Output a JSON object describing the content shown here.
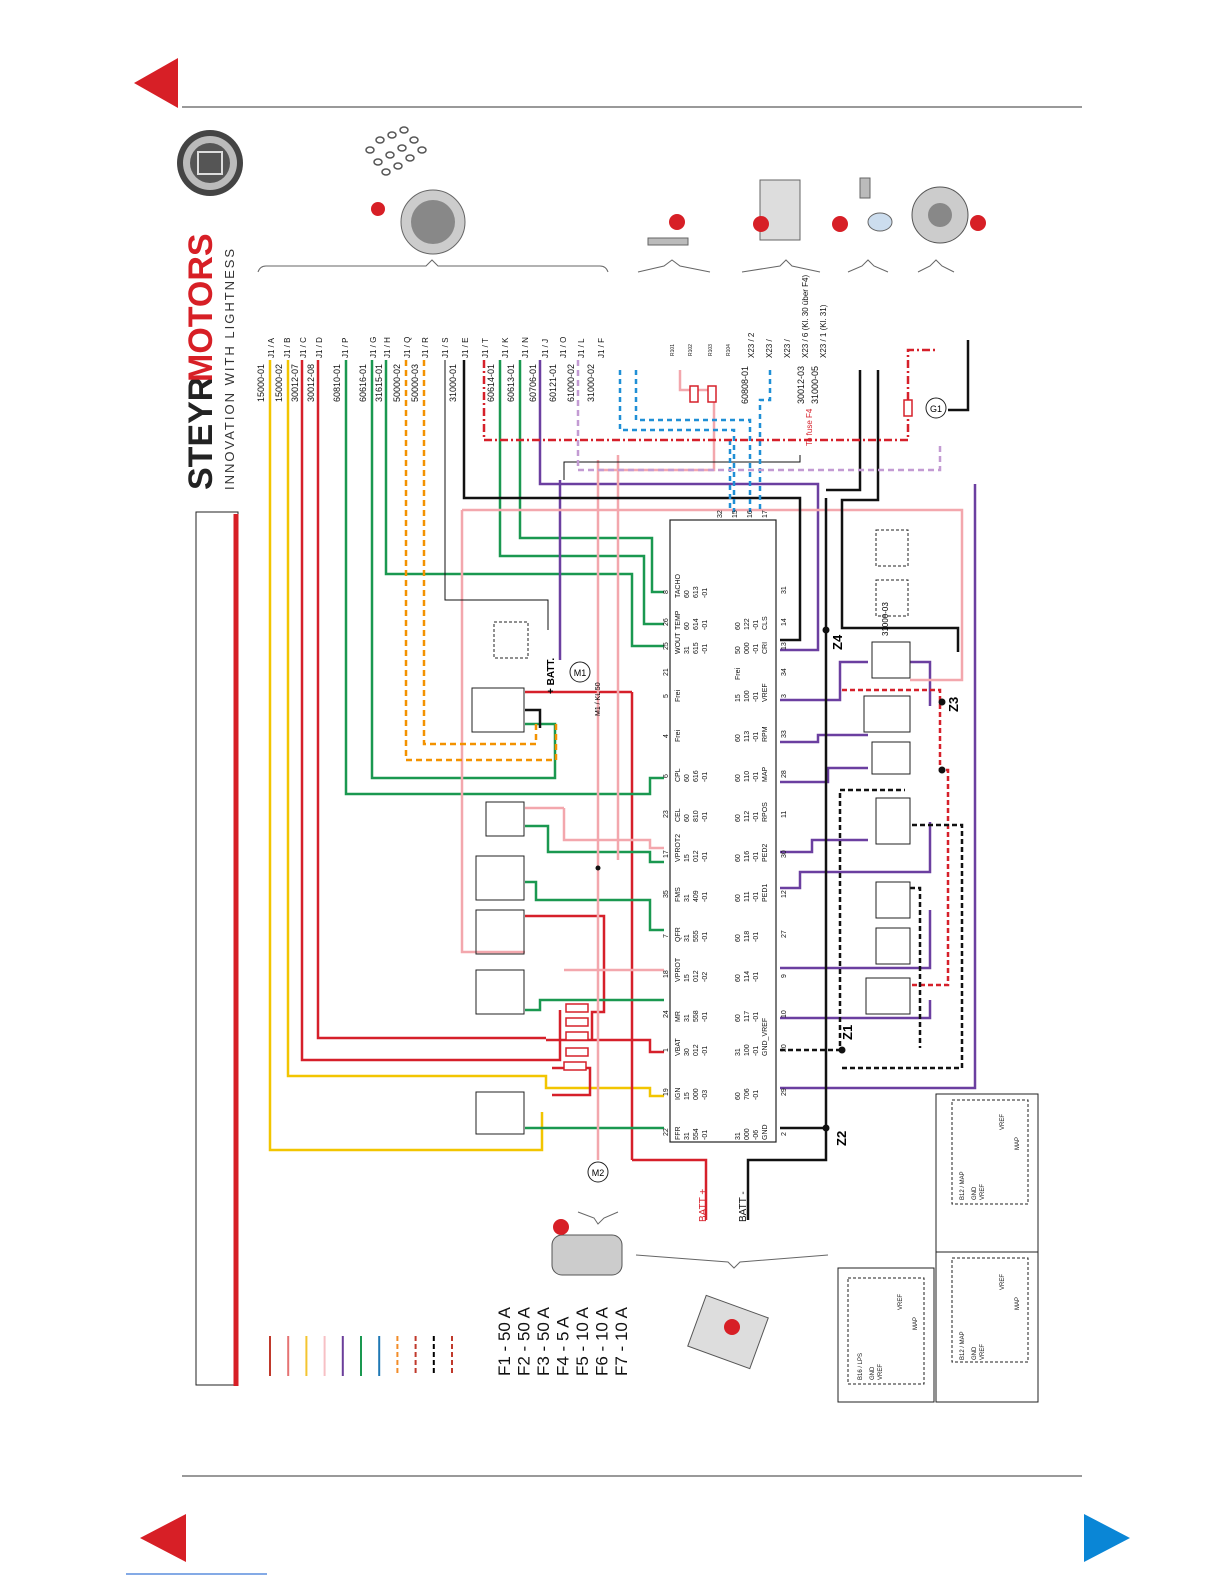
{
  "nav": {
    "prev_top_icon": "triangle-left-icon",
    "prev_bottom_icon": "triangle-left-icon",
    "next_bottom_icon": "triangle-right-icon",
    "nav_color_red": "#d71f26",
    "nav_color_blue": "#0a86d6"
  },
  "brand": {
    "logo_text_steyr": "STEYR",
    "logo_text_motors": "MOTORS",
    "tagline": "INNOVATION WITH LIGHTNESS",
    "brand_red": "#d71f26"
  },
  "connectors": {
    "j1_wires": [
      "15000-01",
      "15000-02",
      "30012-07",
      "30012-08",
      "60810-01",
      "60616-01",
      "31615-01",
      "50000-02",
      "50000-03",
      "31000-01",
      "60614-01",
      "60613-01",
      "60706-01",
      "60121-01",
      "61000-02",
      "31000-02"
    ],
    "j1_pins": [
      "J1 / A",
      "J1 / B",
      "J1 / C",
      "J1 / D",
      "J1 / P",
      "J1 / G",
      "J1 / H",
      "J1 / Q",
      "J1 / R",
      "J1 / S",
      "J1 / E",
      "J1 / T",
      "J1 / K",
      "J1 / N",
      "J1 / J",
      "J1 / O",
      "J1 / L",
      "J1 / F"
    ],
    "x23_wires": [
      "60808-01",
      "30012-03",
      "31000-05"
    ],
    "x23_pins": [
      "X23 / 2",
      "X23 /",
      "X23 /",
      "X23 / 6 (Kl. 30 über F4)",
      "X23 / 1 (Kl. 31)"
    ],
    "fuse_note": "To fuse F4",
    "resistors": [
      "R101",
      "R102",
      "R103",
      "R104"
    ]
  },
  "ecu": {
    "top_pins": [
      "8",
      "26",
      "25",
      "21",
      "5",
      "4",
      "6",
      "23",
      "17",
      "35",
      "7",
      "18",
      "24",
      "1",
      "19",
      "22"
    ],
    "top_functions": [
      "TACHO\n60\n613\n-01",
      "TEMP\n60\n614\n-01",
      "WOUT\n31\n615\n-01",
      "",
      "Frei",
      "Frei",
      "CPL\n60\n616\n-01",
      "CEL\n60\n810\n-01",
      "VPROT2\n15\n012\n-01",
      "FMS\n31\n409\n-01",
      "QFR\n31\n555\n-01",
      "VPROT\n15\n012\n-02",
      "MR\n31\n558\n-01",
      "VBAT\n30\n012\n-01",
      "IGN\n15\n000\n-03",
      "FFR\n31\n554\n-01"
    ],
    "bottom_pins": [
      "31",
      "14",
      "13",
      "34",
      "3",
      "33",
      "28",
      "11",
      "30",
      "12",
      "27",
      "9",
      "10",
      "20",
      "29",
      "2"
    ],
    "bottom_functions": [
      "",
      "60\n122\n-01\nCLS",
      "50\n000\n-01\nCRI",
      "Frei",
      "15\n100\n-01\nVREF",
      "60\n113\n-01\nRPM",
      "60\n110\n-01\nMAP",
      "60\n112\n-01\nRPOS",
      "60\n116\n-01\nPED2",
      "60\n111\n-01\nPED1",
      "60\n118\n-01",
      "60\n114\n-01",
      "60\n117\n-01",
      "31\n100\n-01\nGND_VREF",
      "60\n706\n-01",
      "31\n000\n-06\nGND"
    ],
    "side_pins": [
      "32",
      "15",
      "16",
      "17"
    ],
    "batt_plus": "BATT +",
    "batt_minus": "BATT -",
    "motor_m1": "M1",
    "motor_m1_label": "M1 / KL 50",
    "motor_m2": "M2",
    "batt_label": "+ BATT.",
    "generator": "G1",
    "ground_wire": "31000-03"
  },
  "junctions": [
    "Z1",
    "Z2",
    "Z3",
    "Z4"
  ],
  "sensor_boxes": [
    {
      "id": "B12 / MAP",
      "pins": [
        "GND",
        "VREF",
        "MAP",
        "VREF"
      ]
    },
    {
      "id": "B12 / MAP",
      "pins": [
        "GND",
        "VREF",
        "MAP",
        "VREF"
      ]
    },
    {
      "id": "B16 / LPS",
      "pins": [
        "GND",
        "VREF",
        "MAP",
        "VREF"
      ]
    }
  ],
  "legend": {
    "fuses": [
      "F1 - 50 A",
      "F2 - 50 A",
      "F3 - 50 A",
      "F4 -   5 A",
      "F5 - 10 A",
      "F6 - 10 A",
      "F7 - 10 A"
    ],
    "line_colors": [
      "#c0392b",
      "#e57373",
      "#f4c430",
      "#f7c0c5",
      "#6a3d9a",
      "#1a9850",
      "#1f78b4",
      "#f28c28",
      "#c0392b",
      "#000000",
      "#c0392b"
    ]
  },
  "wire_colors": {
    "yellow": "#f2c500",
    "red": "#d6202a",
    "green": "#1a9850",
    "purple": "#6b3fa0",
    "pink": "#f3a7ad",
    "black": "#111111",
    "orange": "#f39200",
    "blue": "#1f8fd6",
    "grey": "#999999"
  }
}
